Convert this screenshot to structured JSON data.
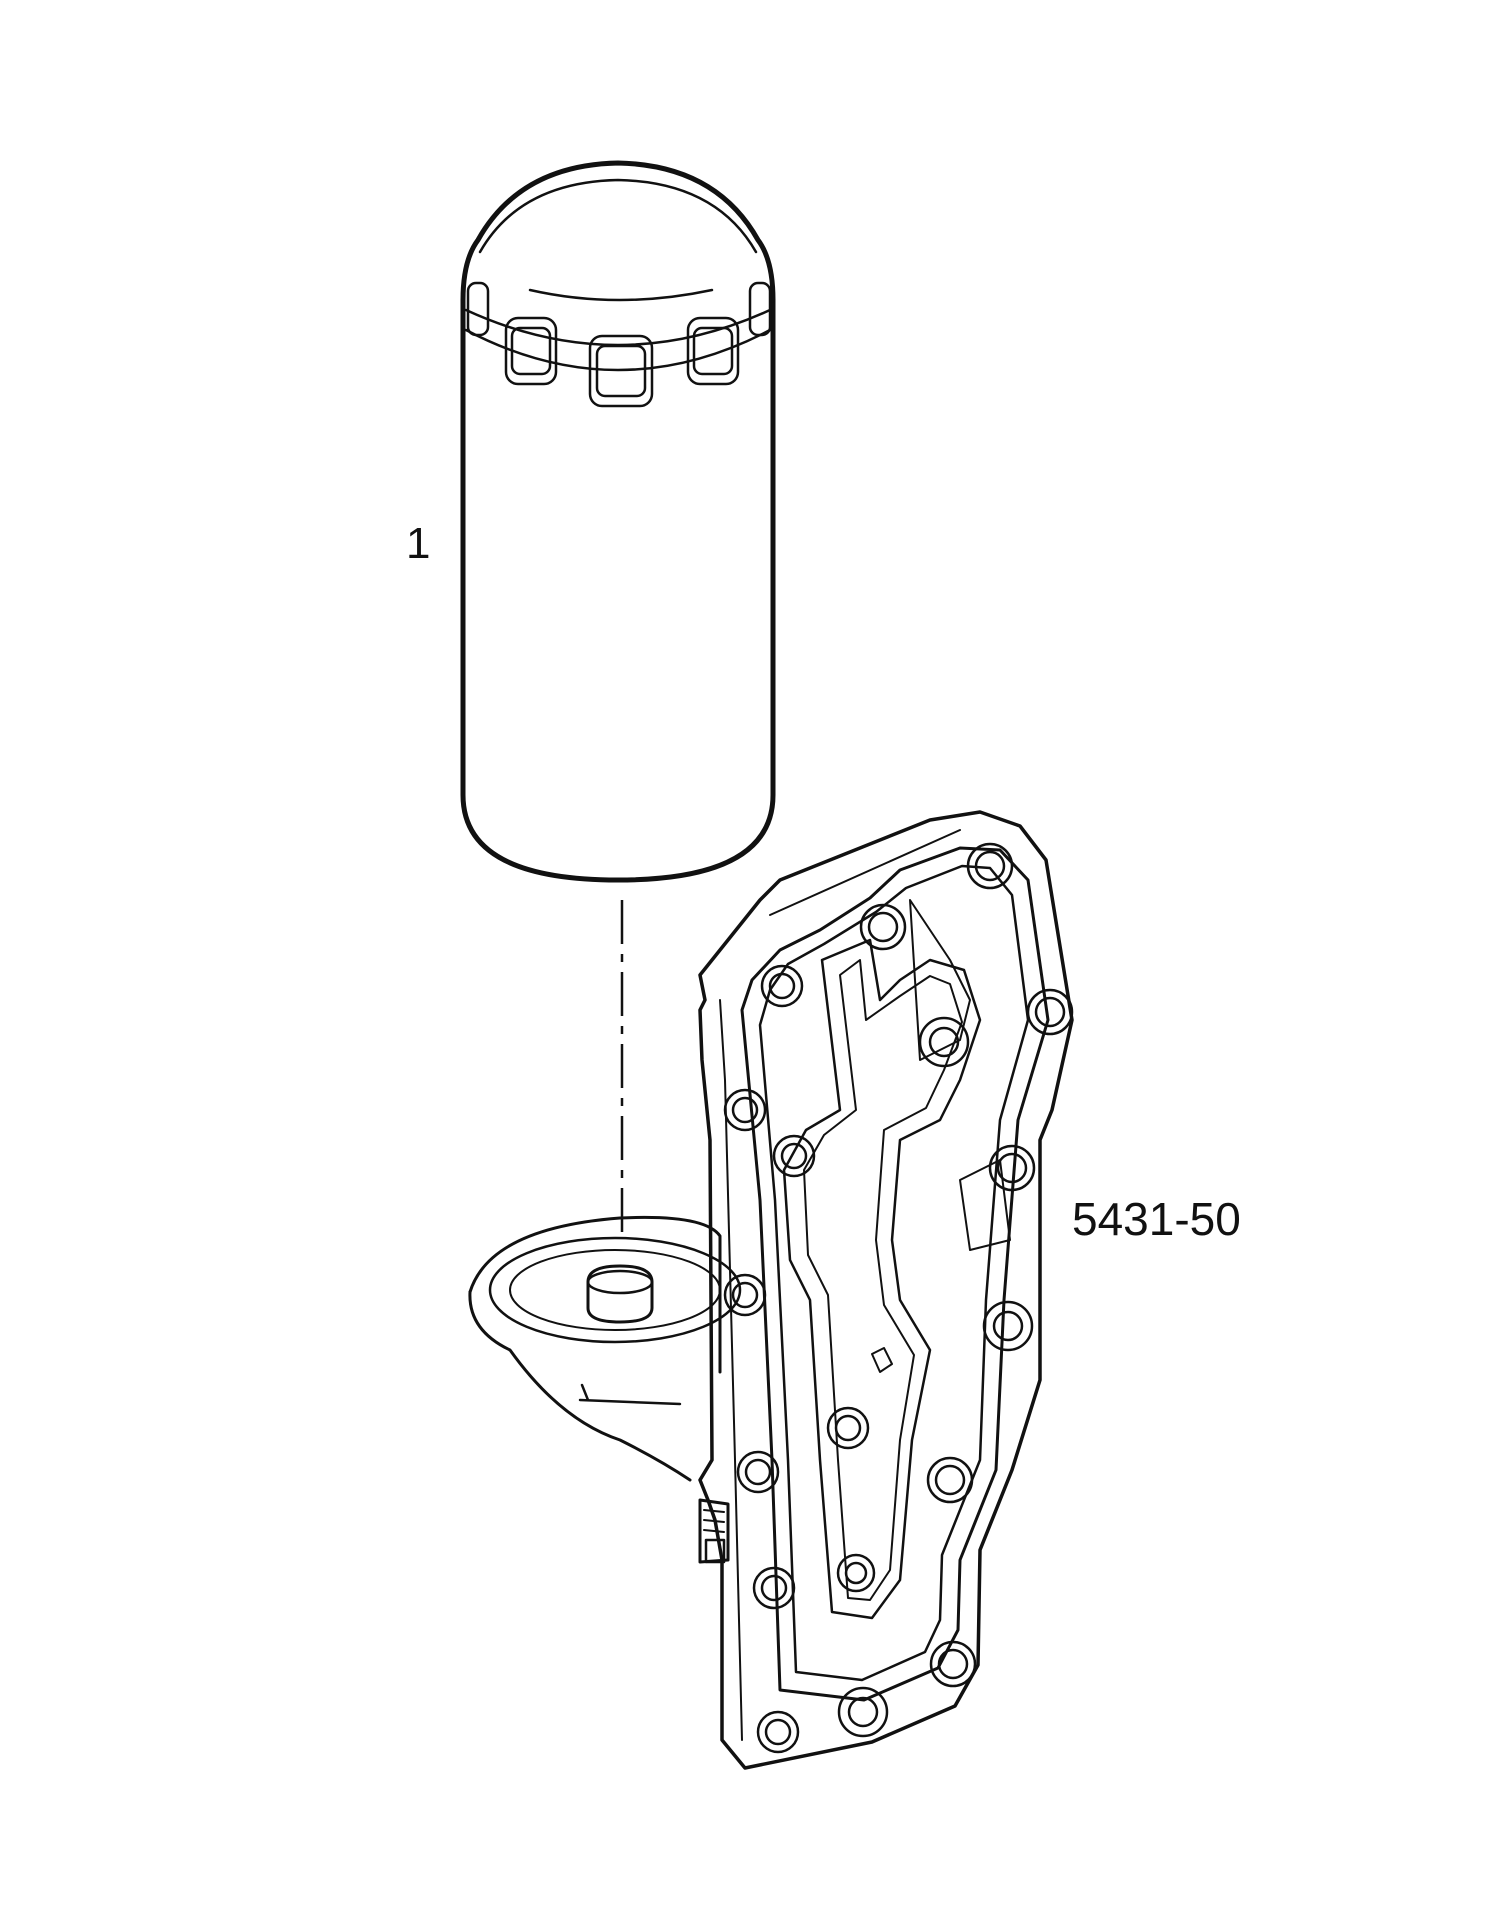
{
  "callouts": {
    "part1": "1",
    "part2": "5431-50"
  },
  "parts": [
    {
      "callout": "1",
      "icon": "oil-filter-cartridge-icon"
    },
    {
      "callout": "5431-50",
      "icon": "oil-filter-housing-icon"
    }
  ],
  "colors": {
    "line": "#111111",
    "background": "#ffffff"
  }
}
